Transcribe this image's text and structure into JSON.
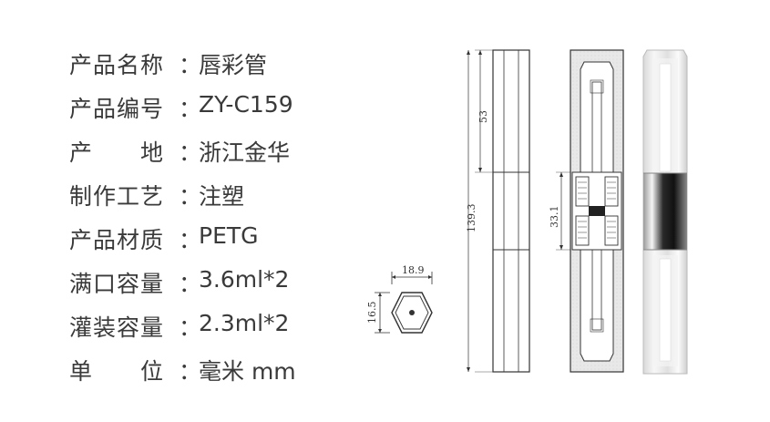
{
  "specs": [
    {
      "label": "产品名称",
      "value": "唇彩管"
    },
    {
      "label": "产品编号",
      "value": "ZY-C159"
    },
    {
      "label": "产　　地",
      "value": "浙江金华"
    },
    {
      "label": "制作工艺",
      "value": "注塑"
    },
    {
      "label": "产品材质",
      "value": "PETG"
    },
    {
      "label": "满口容量",
      "value": "3.6ml*2"
    },
    {
      "label": "灌装容量",
      "value": "2.3ml*2"
    },
    {
      "label": "单　　位",
      "value": "毫米 mm"
    }
  ],
  "colon": "：",
  "dimensions": {
    "width_label": "18.9",
    "height_label": "16.5",
    "cap_label": "53",
    "total_label": "139.3",
    "middle_label": "33.1"
  },
  "colors": {
    "line": "#333333",
    "section_fill": "#e6e6e6"
  }
}
